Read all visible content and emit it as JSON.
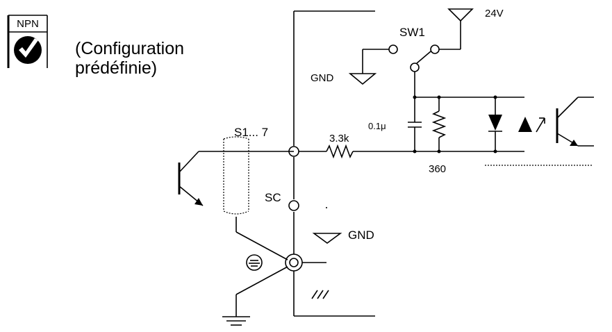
{
  "badge": {
    "label": "NPN"
  },
  "caption": {
    "line1": "(Configuration",
    "line2": "prédéfinie)"
  },
  "labels": {
    "sw1": "SW1",
    "v24": "24V",
    "gnd_top": "GND",
    "s1_7": "S1... 7",
    "sc": "SC",
    "gnd_mid": "GND",
    "cap": "0.1μ",
    "res_in": "3.3k",
    "res_opto": "360"
  }
}
